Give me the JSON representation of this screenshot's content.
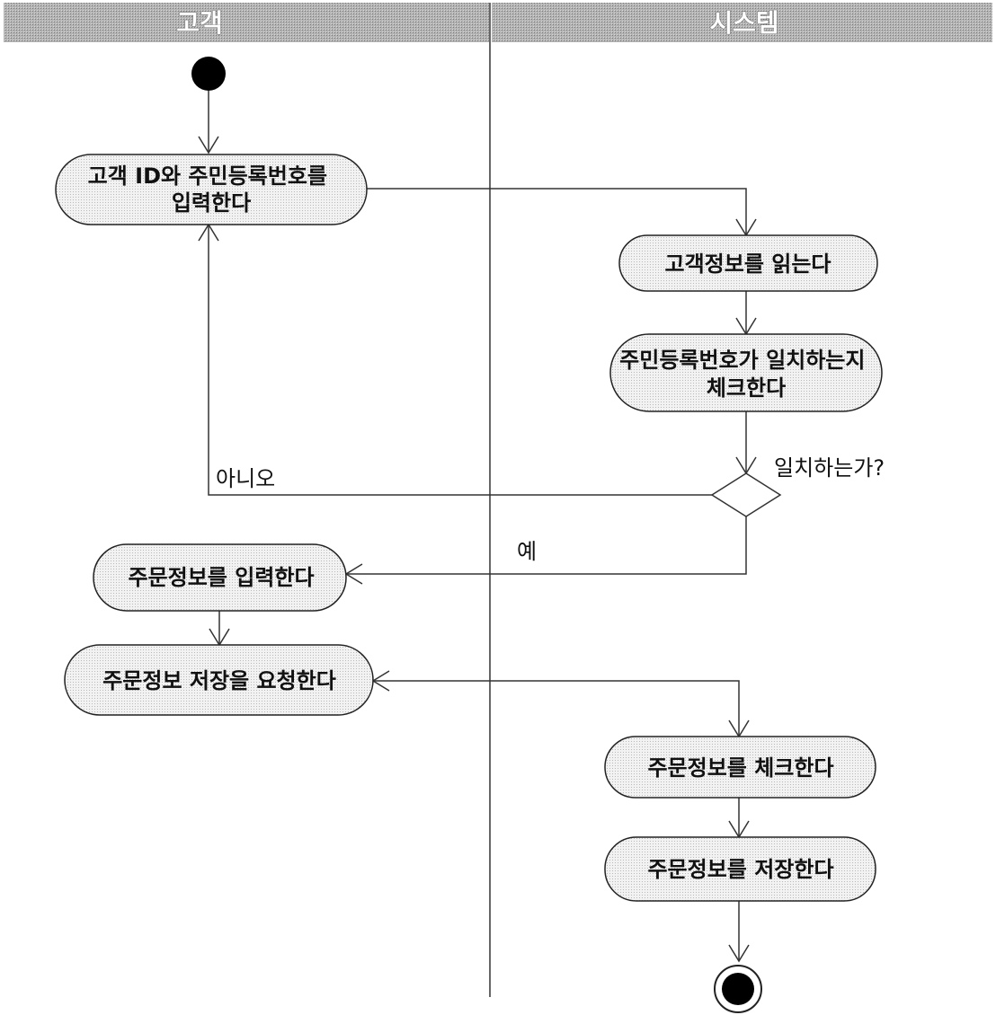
{
  "lanes": {
    "customer": "고객",
    "system": "시스템"
  },
  "activities": {
    "input_id": [
      "고객 ID와 주민등록번호를",
      "입력한다"
    ],
    "read_info": [
      "고객정보를 읽는다"
    ],
    "check_ssn": [
      "주민등록번호가 일치하는지",
      "체크한다"
    ],
    "input_order": [
      "주문정보를 입력한다"
    ],
    "request_save": [
      "주문정보 저장을 요청한다"
    ],
    "check_order": [
      "주문정보를 체크한다"
    ],
    "save_order": [
      "주문정보를 저장한다"
    ]
  },
  "decision": {
    "question": "일치하는가?",
    "no_label": "아니오",
    "yes_label": "예"
  },
  "colors": {
    "header_bg": "#a8a8a8",
    "activity_fill": "#ececec",
    "ink": "#111111"
  }
}
